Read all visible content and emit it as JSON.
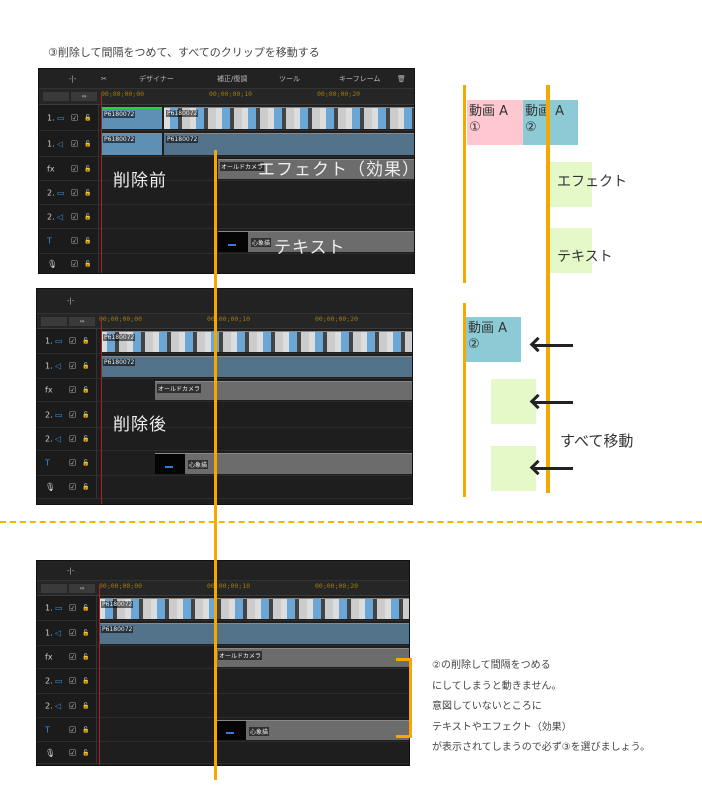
{
  "heading": "③削除して間隔をつめて、すべてのクリップを移動する",
  "toolbar": {
    "split_icon": "scissors-icon",
    "designer": "デザイナー",
    "correction": "補正/復調",
    "tools": "ツール",
    "keyframe": "キーフレーム",
    "delete_icon": "trash-icon"
  },
  "timecodes": [
    "00;00;00;00",
    "00;00;00;10",
    "00;00;00;20"
  ],
  "tracks": [
    {
      "label": "1.",
      "icon": "video-track-icon"
    },
    {
      "label": "1.",
      "icon": "audio-track-icon"
    },
    {
      "label": "fx",
      "icon": "effect-track-icon"
    },
    {
      "label": "2.",
      "icon": "video-track-icon"
    },
    {
      "label": "2.",
      "icon": "audio-track-icon"
    },
    {
      "label": "T",
      "icon": "text-track-icon"
    },
    {
      "label": "🎙",
      "icon": "voice-track-icon"
    }
  ],
  "clips": {
    "video": "P6180072",
    "effect": "オールドカメラ",
    "text": "心象描"
  },
  "panel1": {
    "caption": "削除前",
    "effect_caption": "エフェクト（効果）",
    "text_caption": "テキスト"
  },
  "panel2": {
    "caption": "削除後"
  },
  "diagram": {
    "clip1": "動画 A ①",
    "clip2": "動画 A ②",
    "effect": "エフェクト",
    "text": "テキスト",
    "moved_clip": "動画 A ②",
    "move_all": "すべて移動"
  },
  "note": [
    "②の削除して間隔をつめる",
    "にしてしまうと動きません。",
    "意図していないところに",
    "テキストやエフェクト（効果）",
    "が表示されてしまうので必ず③を選びましょう。"
  ],
  "colors": {
    "accent": "#f5a800",
    "pink": "#ffc8d0",
    "teal": "#8ccbd6",
    "green": "#e4f8c8"
  }
}
